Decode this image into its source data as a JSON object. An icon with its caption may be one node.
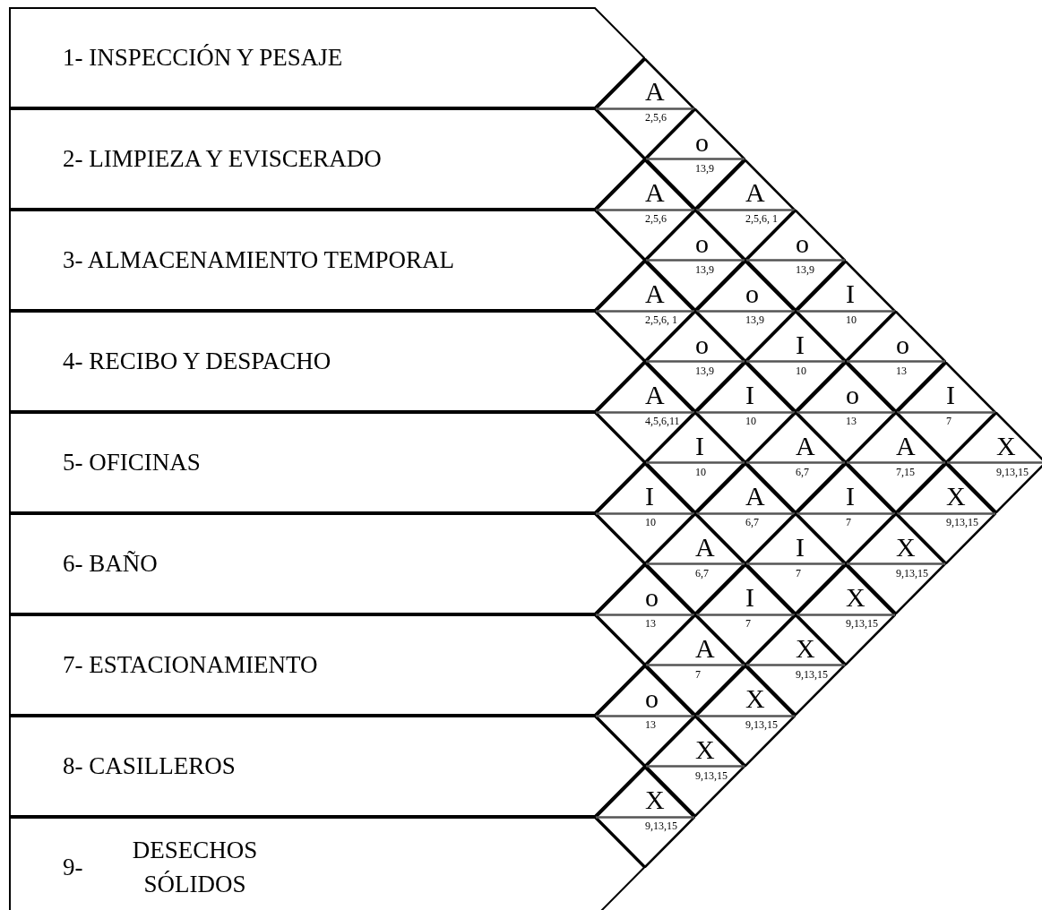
{
  "diagram": {
    "nodes": [
      {
        "text": [
          "1- INSPECCIÓN Y PESAJE"
        ]
      },
      {
        "text": [
          "2- LIMPIEZA Y EVISCERADO"
        ]
      },
      {
        "text": [
          "3- ALMACENAMIENTO TEMPORAL"
        ]
      },
      {
        "text": [
          "4- RECIBO Y DESPACHO"
        ]
      },
      {
        "text": [
          "5- OFICINAS"
        ]
      },
      {
        "text": [
          "6- BAÑO"
        ]
      },
      {
        "text": [
          "7- ESTACIONAMIENTO"
        ]
      },
      {
        "text": [
          "8- CASILLEROS"
        ]
      },
      {
        "text": [
          "9-",
          "DESECHOS SÓLIDOS"
        ]
      },
      {
        "text": [
          "A",
          "2,5,6"
        ]
      },
      {
        "text": [
          "o",
          "13,9"
        ]
      },
      {
        "text": [
          "A",
          "2,5,6, 1"
        ]
      },
      {
        "text": [
          "o",
          "13,9"
        ]
      },
      {
        "text": [
          "I",
          "10"
        ]
      },
      {
        "text": [
          "o",
          "13"
        ]
      },
      {
        "text": [
          "I",
          "7"
        ]
      },
      {
        "text": [
          "X",
          "9,13,15"
        ]
      },
      {
        "text": [
          "A",
          "2,5,6"
        ]
      },
      {
        "text": [
          "o",
          "13,9"
        ]
      },
      {
        "text": [
          "o",
          "13,9"
        ]
      },
      {
        "text": [
          "I",
          "10"
        ]
      },
      {
        "text": [
          "o",
          "13"
        ]
      },
      {
        "text": [
          "A",
          "7,15"
        ]
      },
      {
        "text": [
          "X",
          "9,13,15"
        ]
      },
      {
        "text": [
          "A",
          "2,5,6, 1"
        ]
      },
      {
        "text": [
          "o",
          "13,9"
        ]
      },
      {
        "text": [
          "I",
          "10"
        ]
      },
      {
        "text": [
          "A",
          "6,7"
        ]
      },
      {
        "text": [
          "I",
          "7"
        ]
      },
      {
        "text": [
          "X",
          "9,13,15"
        ]
      },
      {
        "text": [
          "A",
          "4,5,6,11"
        ]
      },
      {
        "text": [
          "I",
          "10"
        ]
      },
      {
        "text": [
          "A",
          "6,7"
        ]
      },
      {
        "text": [
          "I",
          "7"
        ]
      },
      {
        "text": [
          "X",
          "9,13,15"
        ]
      },
      {
        "text": [
          "I",
          "10"
        ]
      },
      {
        "text": [
          "A",
          "6,7"
        ]
      },
      {
        "text": [
          "I",
          "7"
        ]
      },
      {
        "text": [
          "X",
          "9,13,15"
        ]
      },
      {
        "text": [
          "o",
          "13"
        ]
      },
      {
        "text": [
          "A",
          "7"
        ]
      },
      {
        "text": [
          "X",
          "9,13,15"
        ]
      },
      {
        "text": [
          "o",
          "13"
        ]
      },
      {
        "text": [
          "X",
          "9,13,15"
        ]
      },
      {
        "text": [
          "X",
          "9,13,15"
        ]
      }
    ]
  }
}
